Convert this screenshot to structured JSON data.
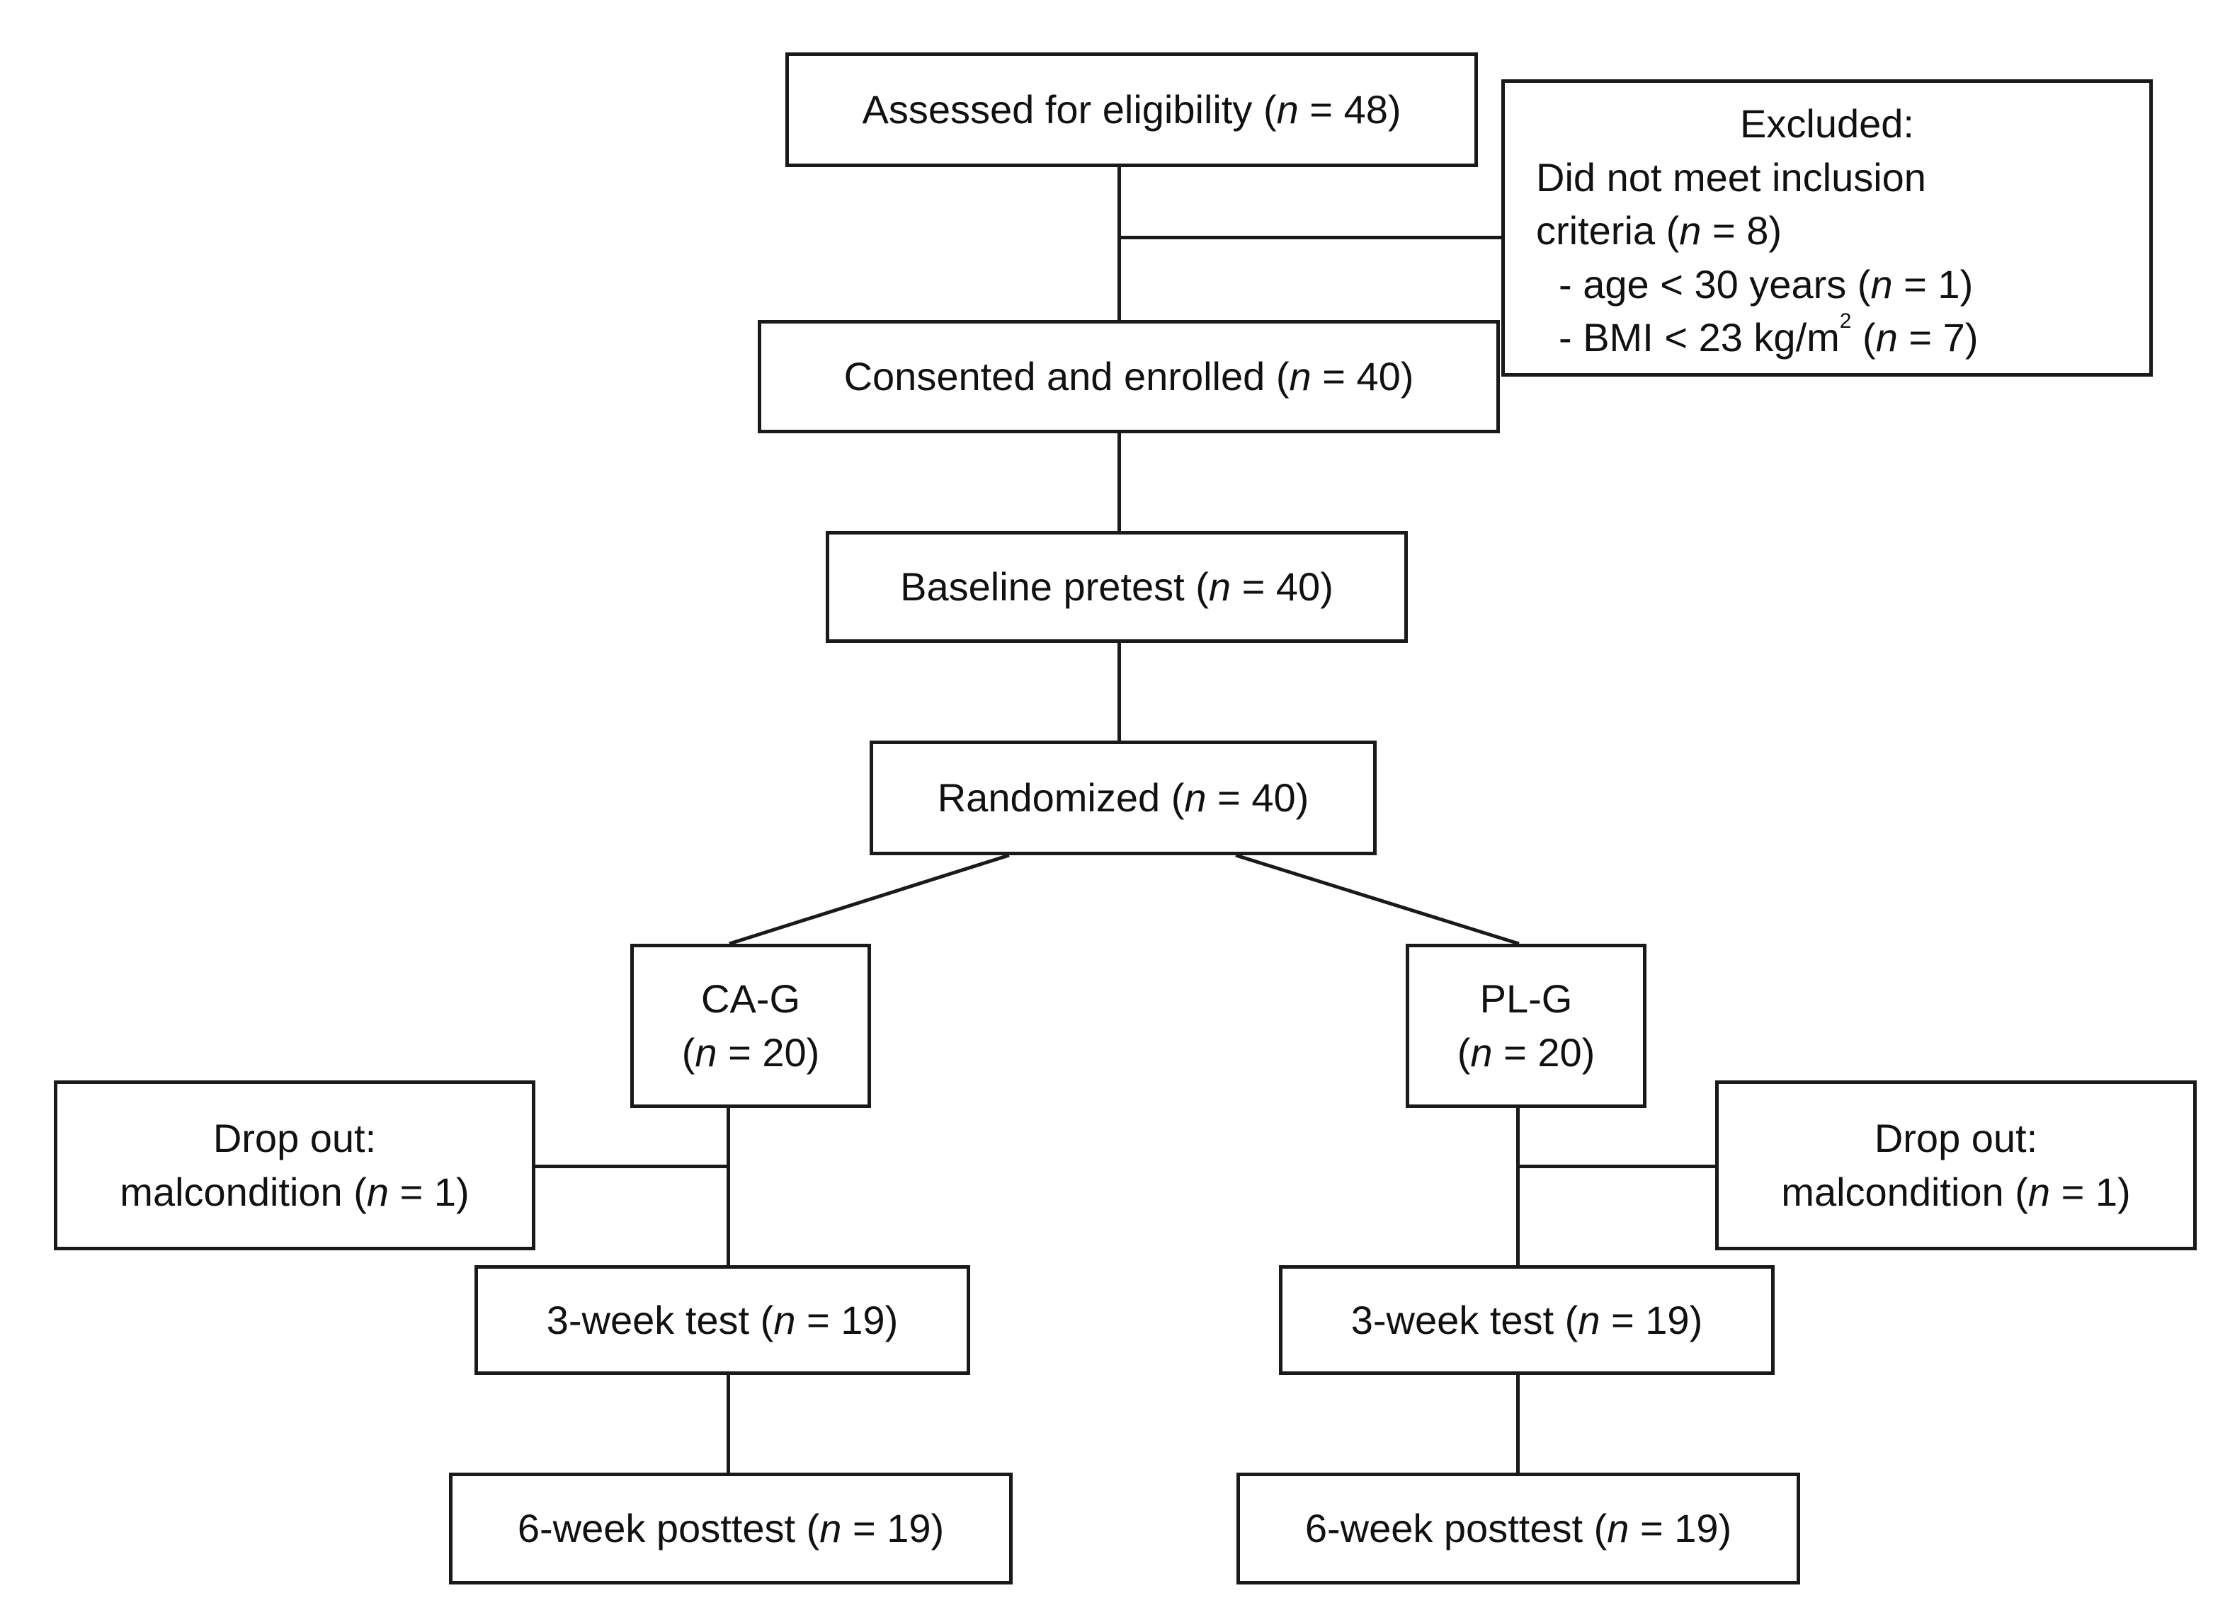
{
  "assessed": {
    "label": "Assessed for eligibility (",
    "n": "n",
    "value": " = 48)"
  },
  "excluded": {
    "title": "Excluded:",
    "line1": "Did not meet inclusion",
    "line2_pre": "criteria (",
    "line2_n": "n",
    "line2_post": " = 8)",
    "item1_pre": "- age < 30 years (",
    "item1_n": "n",
    "item1_post": " = 1)",
    "item2_pre": "- BMI < 23 kg/m",
    "item2_sup": "2",
    "item2_mid": " (",
    "item2_n": "n",
    "item2_post": " = 7)"
  },
  "consented": {
    "label": "Consented and  enrolled (",
    "n": "n",
    "value": " = 40)"
  },
  "baseline": {
    "label": "Baseline pretest  (",
    "n": "n",
    "value": " = 40)"
  },
  "randomized": {
    "label": "Randomized  (",
    "n": "n",
    "value": " = 40)"
  },
  "left": {
    "group": "CA-G",
    "group_n_pre": "(",
    "group_n": "n",
    "group_n_post": " = 20)",
    "dropout_title": "Drop out:",
    "dropout_pre": "malcondition (",
    "dropout_n": "n",
    "dropout_post": " = 1)",
    "week3_pre": "3-week test (",
    "week3_n": "n",
    "week3_post": " = 19)",
    "week6_pre": "6-week posttest (",
    "week6_n": "n",
    "week6_post": " = 19)"
  },
  "right": {
    "group": "PL-G",
    "group_n_pre": "(",
    "group_n": "n",
    "group_n_post": " = 20)",
    "dropout_title": "Drop out:",
    "dropout_pre": "malcondition (",
    "dropout_n": "n",
    "dropout_post": " = 1)",
    "week3_pre": "3-week test (",
    "week3_n": "n",
    "week3_post": " = 19)",
    "week6_pre": "6-week posttest (",
    "week6_n": "n",
    "week6_post": " = 19)"
  }
}
